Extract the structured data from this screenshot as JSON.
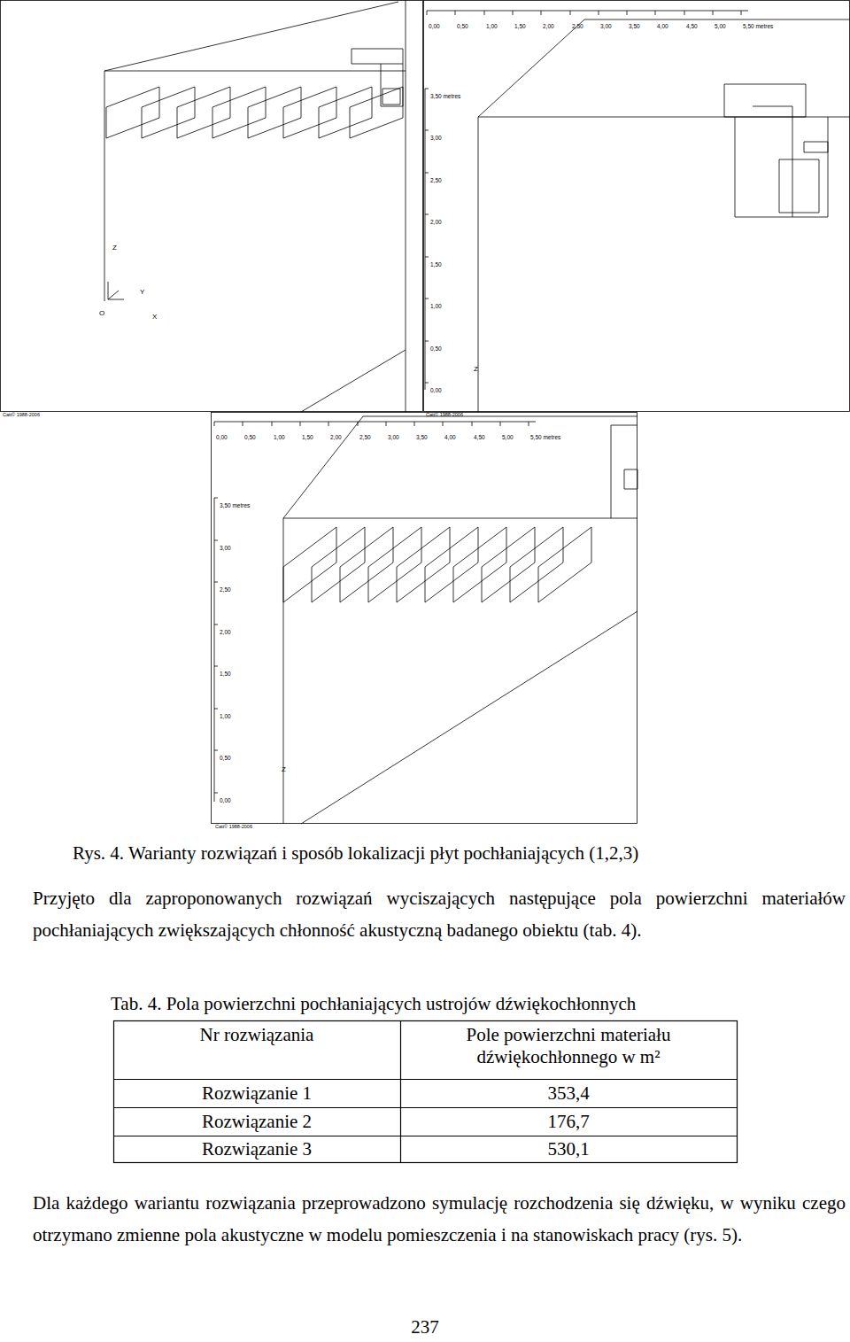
{
  "diagram": {
    "caption": "Rys. 4. Warianty rozwiązań i sposób lokalizacji płyt pochłaniających (1,2,3)",
    "labels": [
      "Z",
      "Y",
      "O",
      "X",
      "Catt© 1988-2006",
      "0,00",
      "0,50",
      "1,00",
      "1,50",
      "2,00",
      "2,50",
      "3,00",
      "3,50",
      "4,00",
      "4,50",
      "5,00",
      "5,50 metres",
      "3,50 metres",
      "3,00",
      "2,50",
      "2,00",
      "1,50",
      "1,00",
      "0,50",
      "0,00",
      "Z",
      "Catt© 1988-2006",
      "0,00",
      "0,50",
      "1,00",
      "1,50",
      "2,00",
      "2,50",
      "3,00",
      "3,50",
      "4,00",
      "4,50",
      "5,00",
      "5,50 metres",
      "3,50 metres",
      "3,00",
      "2,50",
      "2,00",
      "1,50",
      "1,00",
      "0,50",
      "0,00",
      "Z",
      "Catt© 1988-2006",
      "Przyjęto dla zaproponowanych rozwiązań wyciszających następujące pola powierzchni materiałów pochłaniających zwiększających chłonność akustyczną badanego obiektu (tab. 4).",
      "Tab. 4. Pola powierzchni pochłaniających ustrojów dźwiękochłonnych",
      "Nr rozwiązania",
      "Pole powierzchni materiału dźwiękochłonnego w m²",
      "Rozwiązanie 1",
      "353,4",
      "Rozwiązanie 2",
      "176,7",
      "Rozwiązanie 3",
      "530,1",
      "Dla każdego wariantu rozwiązania przeprowadzono symulację rozchodzenia się dźwięku, w wyniku czego otrzymano zmienne pola akustyczne w modelu pomieszczenia i na stanowiskach pracy (rys. 5).",
      "237"
    ]
  }
}
